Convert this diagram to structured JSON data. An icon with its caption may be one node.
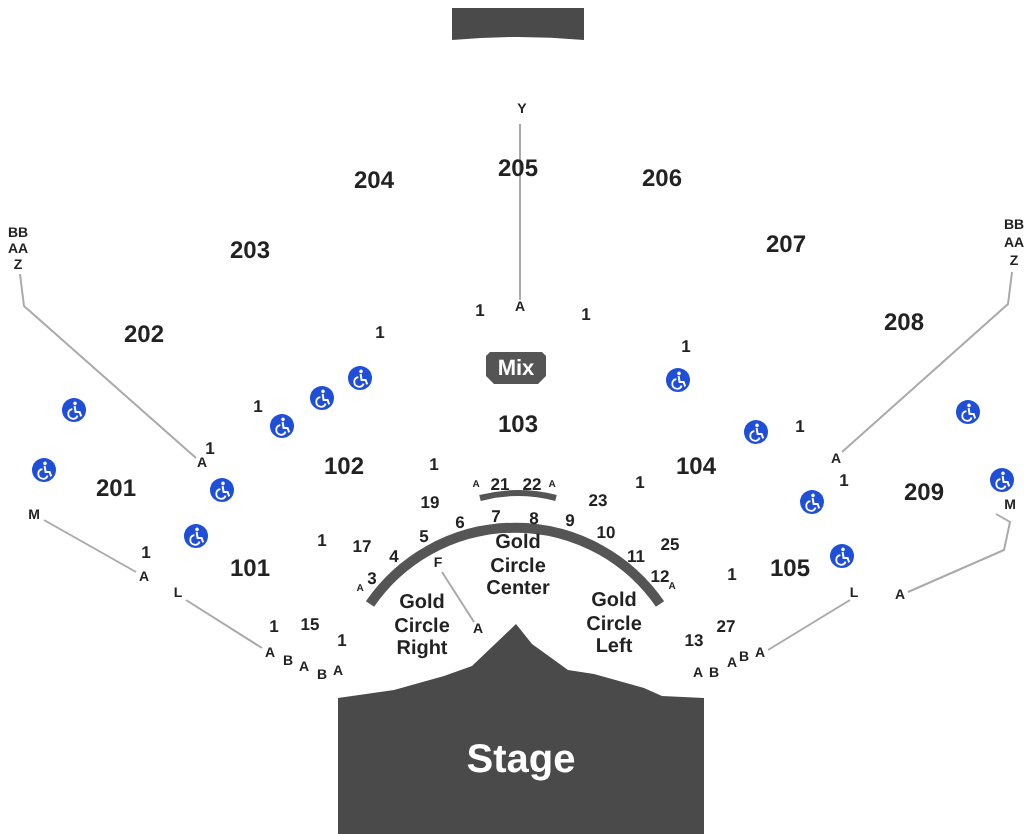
{
  "diagram": {
    "nodes": [
      {
        "text": [],
        "shape": "bar"
      },
      {
        "text": [
          "Mix"
        ]
      },
      {
        "text": [
          "Stage"
        ]
      }
    ],
    "labels": [
      "Y",
      "204",
      "205",
      "206",
      "203",
      "207",
      "BB",
      "AA",
      "Z",
      "BB",
      "AA",
      "Z",
      "202",
      "208",
      "1",
      "A",
      "1",
      "1",
      "1",
      "1",
      "103",
      "1",
      "1",
      "A",
      "102",
      "1",
      "104",
      "1",
      "A",
      "1",
      "201",
      "209",
      "A",
      "21",
      "22",
      "A",
      "19",
      "23",
      "M",
      "M",
      "6",
      "7",
      "8",
      "9",
      "5",
      "10",
      "1",
      "17",
      "4",
      "11",
      "25",
      "Gold Circle Center",
      "1",
      "A",
      "L",
      "101",
      "F",
      "A",
      "3",
      "12",
      "A",
      "1",
      "105",
      "L",
      "A",
      "Gold Circle Right",
      "Gold Circle Left",
      "1",
      "15",
      "1",
      "A",
      "27",
      "13",
      "A",
      "B",
      "A",
      "B",
      "A",
      "A",
      "B",
      "A",
      "B",
      "A"
    ]
  }
}
